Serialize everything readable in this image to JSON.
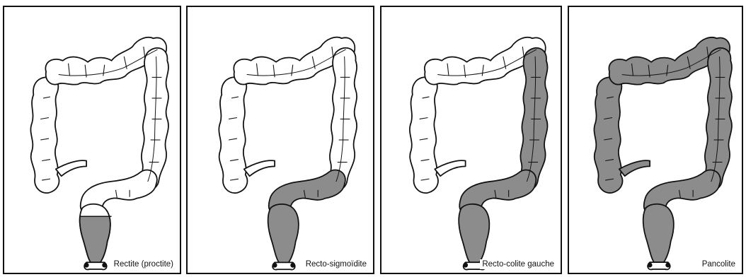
{
  "figure": {
    "colors": {
      "affected": "#8c8c8c",
      "healthy": "#ffffff",
      "outline": "#111111"
    },
    "panels": [
      {
        "caption": "Rectite (proctite)",
        "extent": "rectum"
      },
      {
        "caption": "Recto-sigmoïdite",
        "extent": "sigmoid"
      },
      {
        "caption": "Recto-colite gauche",
        "extent": "left-colon"
      },
      {
        "caption": "Pancolite",
        "extent": "whole-colon"
      }
    ]
  }
}
